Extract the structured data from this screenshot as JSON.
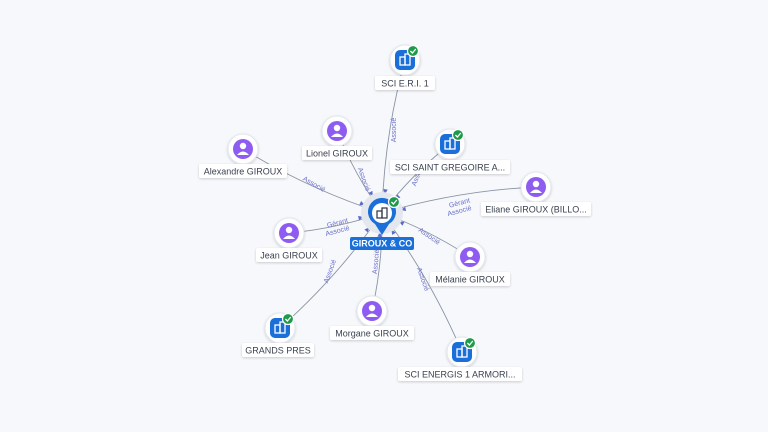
{
  "colors": {
    "person": "#8e5cf0",
    "company": "#1a6fd9",
    "check": "#1e9a4a",
    "edge": "#8b93a3",
    "edge_label": "#6b6fc9",
    "center_label_bg": "#1a6fd9"
  },
  "center": {
    "label": "GIROUX & CO",
    "icon": "building-icon",
    "verified": true
  },
  "nodes": [
    {
      "id": "sci-eri",
      "label": "SCI E.R.I. 1",
      "kind": "company",
      "icon": "building-icon",
      "verified": true,
      "edge_labels": [
        "Associé"
      ]
    },
    {
      "id": "lionel",
      "label": "Lionel GIROUX",
      "kind": "person",
      "icon": "person-icon",
      "edge_labels": [
        "Associé"
      ]
    },
    {
      "id": "sci-saint-gregoire",
      "label": "SCI SAINT GREGOIRE A...",
      "kind": "company",
      "icon": "building-icon",
      "verified": true,
      "edge_labels": [
        "Associé"
      ]
    },
    {
      "id": "alexandre",
      "label": "Alexandre GIROUX",
      "kind": "person",
      "icon": "person-icon",
      "edge_labels": [
        "Associé"
      ]
    },
    {
      "id": "eliane",
      "label": "Eliane GIROUX (BILLO...",
      "kind": "person",
      "icon": "person-icon",
      "edge_labels": [
        "Gérant",
        "Associé"
      ]
    },
    {
      "id": "jean",
      "label": "Jean GIROUX",
      "kind": "person",
      "icon": "person-icon",
      "edge_labels": [
        "Gérant",
        "Associé"
      ]
    },
    {
      "id": "melanie",
      "label": "Mélanie GIROUX",
      "kind": "person",
      "icon": "person-icon",
      "edge_labels": [
        "Associé"
      ]
    },
    {
      "id": "grands-pres",
      "label": "GRANDS PRES",
      "kind": "company",
      "icon": "building-icon",
      "verified": true,
      "edge_labels": [
        "Associé"
      ]
    },
    {
      "id": "morgane",
      "label": "Morgane GIROUX",
      "kind": "person",
      "icon": "person-icon",
      "edge_labels": [
        "Associé"
      ]
    },
    {
      "id": "sci-energis",
      "label": "SCI ENERGIS 1 ARMORI...",
      "kind": "company",
      "icon": "building-icon",
      "verified": true,
      "edge_labels": [
        "Associé"
      ]
    }
  ]
}
